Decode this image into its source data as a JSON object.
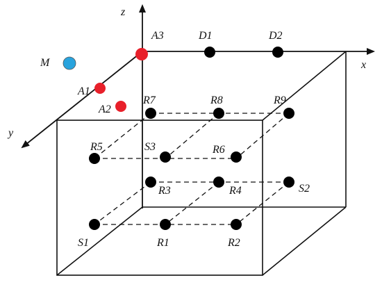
{
  "axes": {
    "x": "x",
    "y": "y",
    "z": "z"
  },
  "points": {
    "M": "M",
    "A1": "A1",
    "A2": "A2",
    "A3": "A3",
    "D1": "D1",
    "D2": "D2",
    "R1": "R1",
    "R2": "R2",
    "R3": "R3",
    "R4": "R4",
    "R5": "R5",
    "R6": "R6",
    "R7": "R7",
    "R8": "R8",
    "R9": "R9",
    "S1": "S1",
    "S2": "S2",
    "S3": "S3"
  },
  "colors": {
    "anchor": "#e8202a",
    "target": "#29a3dd",
    "node": "#000000",
    "line": "#111111"
  }
}
